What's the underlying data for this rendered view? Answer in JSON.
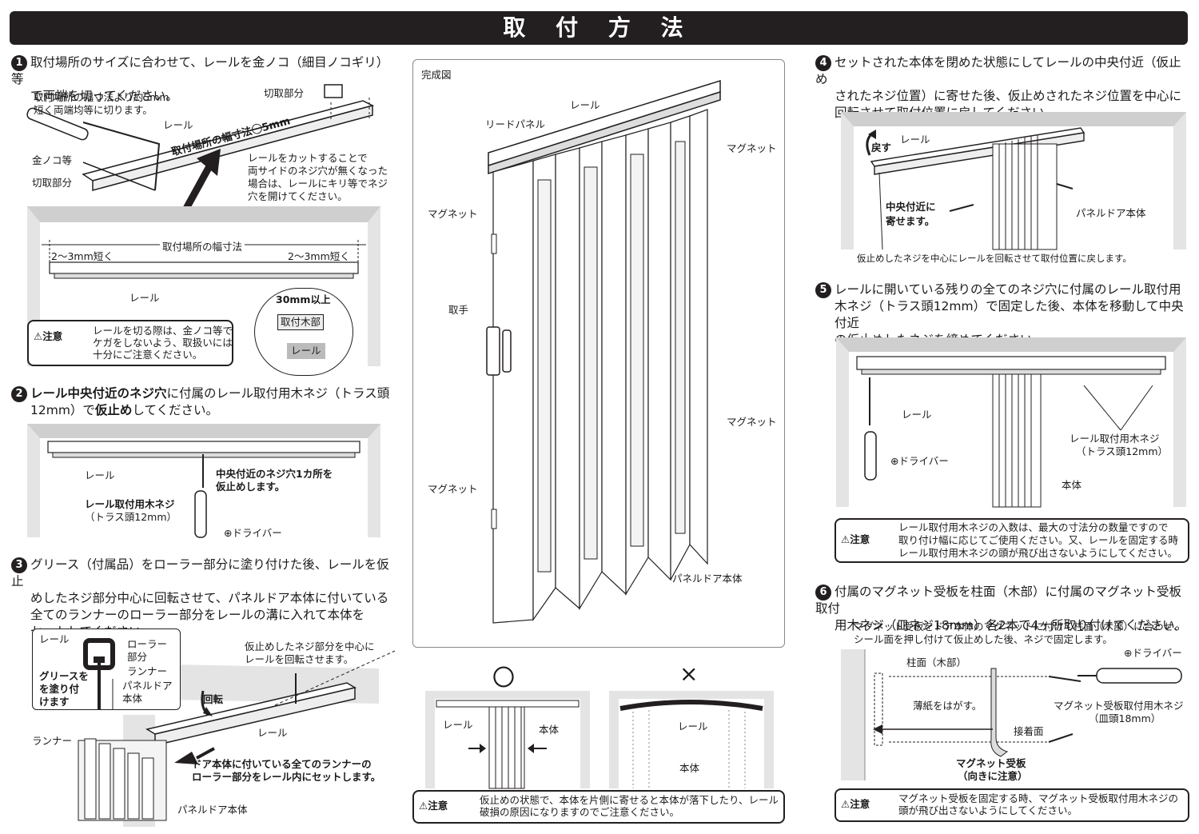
{
  "title": "取 付 方 法",
  "steps": {
    "s1": {
      "num": "1",
      "line1": "取付場所のサイズに合わせて、レールを金ノコ（細目ノコギリ）等",
      "line2": "で両端を切ってください。"
    },
    "s2": {
      "num": "2",
      "line1a": "レール中央付近のネジ穴",
      "line1b": "に付属のレール取付用木ネジ（トラス頭",
      "line2a": "12mm）で",
      "line2b": "仮止め",
      "line2c": "してください。"
    },
    "s3": {
      "num": "3",
      "line1": "グリース（付属品）をローラー部分に塗り付けた後、レールを仮止",
      "line2": "めしたネジ部分中心に回転させて、パネルドア本体に付いている",
      "line3": "全てのランナーのローラー部分をレールの溝に入れて本体を",
      "line4": "セットしてください。"
    },
    "s4": {
      "num": "4",
      "line1": "セットされた本体を閉めた状態にしてレールの中央付近（仮止め",
      "line2": "されたネジ位置）に寄せた後、仮止めされたネジ位置を中心に",
      "line3": "回転させて取付位置に戻してください。"
    },
    "s5": {
      "num": "5",
      "line1": "レールに開いている残りの全てのネジ穴に付属のレール取付用",
      "line2": "木ネジ（トラス頭12mm）で固定した後、本体を移動して中央付近",
      "line3": "の仮止めしたネジを締めてください。"
    },
    "s6": {
      "num": "6",
      "line1": "付属のマグネット受板を柱面（木部）に付属のマグネット受板取付",
      "line2": "用木ネジ（皿ネジ18mm）各2本で4ヶ所取り付けてください。",
      "sub1": "マグネット受板をドア本体のマグネットに付けて柱面（木部）に合わせ、",
      "sub2": "シール面を押し付けて仮止めした後、ネジで固定します。"
    }
  },
  "d1": {
    "cut_part_top": "切取部分",
    "note1": "取付場所の幅寸法より約5mm",
    "note2": "短く両端均等に切ります。",
    "rail": "レール",
    "saw": "金ノコ等",
    "cut_part_left": "切取部分",
    "width_minus": "取付場所の幅寸法㊀5mm",
    "hole1": "レールをカットすることで",
    "hole2": "両サイドのネジ穴が無くなった",
    "hole3": "場合は、レールにキリ等でネジ",
    "hole4": "穴を開けてください。",
    "frame_width": "取付場所の幅寸法",
    "short_left": "2～3mm短く",
    "short_right": "2～3mm短く",
    "rail2": "レール",
    "over30": "30mm以上",
    "wood": "取付木部",
    "rail3": "レール"
  },
  "caution1": {
    "title": "注意",
    "l1": "レールを切る際は、金ノコ等で",
    "l2": "ケガをしないよう、取扱いには",
    "l3": "十分にご注意ください。"
  },
  "d2": {
    "rail": "レール",
    "center1": "中央付近のネジ穴1カ所を",
    "center2": "仮止めします。",
    "screw": "レール取付用木ネジ",
    "truss": "（トラス頭12mm）",
    "driver": "⊕ドライバー"
  },
  "d3": {
    "rail": "レール",
    "roller1": "ローラー",
    "roller2": "部分",
    "runner": "ランナー",
    "grease1": "グリースを",
    "grease2": "を塗り付",
    "grease3": "けます",
    "panel1": "パネルドア",
    "panel2": "本体",
    "rotate_note1": "仮止めしたネジ部分を中心に",
    "rotate_note2": "レールを回転させます。",
    "rotate": "回転",
    "rail2": "レール",
    "runner2": "ランナー",
    "set1": "ドア本体に付いている全てのランナーの",
    "set2": "ローラー部分をレール内にセットします。",
    "panel_body": "パネルドア本体"
  },
  "complete": {
    "title": "完成図",
    "rail": "レール",
    "lead": "リードパネル",
    "magnet1": "マグネット",
    "magnet2": "マグネット",
    "handle": "取手",
    "magnet3": "マグネット",
    "magnet4": "マグネット",
    "panel_body": "パネルドア本体"
  },
  "ox": {
    "ok": "〇",
    "ng": "×",
    "rail_ok": "レール",
    "body_ok": "本体",
    "rail_ng": "レール",
    "body_ng": "本体"
  },
  "caution2": {
    "title": "注意",
    "l1": "仮止めの状態で、本体を片側に寄せると本体が落下したり、レール",
    "l2": "破損の原因になりますのでご注意ください。"
  },
  "d4": {
    "back": "戻す",
    "rail": "レール",
    "center1": "中央付近に",
    "center2": "寄せます。",
    "panel_body": "パネルドア本体",
    "note": "仮止めしたネジを中心にレールを回転させて取付位置に戻します。"
  },
  "d5": {
    "rail": "レール",
    "driver": "⊕ドライバー",
    "screw1": "レール取付用木ネジ",
    "screw2": "（トラス頭12mm）",
    "body": "本体"
  },
  "caution3": {
    "title": "注意",
    "l1": "レール取付用木ネジの入数は、最大の寸法分の数量ですので",
    "l2": "取り付け幅に応じてご使用ください。又、レールを固定する時",
    "l3": "レール取付用木ネジの頭が飛び出さないようにしてください。"
  },
  "d6": {
    "pillar": "柱面（木部）",
    "driver": "⊕ドライバー",
    "peel": "薄紙をはがす。",
    "adhesive": "接着面",
    "screw1": "マグネット受板取付用木ネジ",
    "screw2": "（皿頭18mm）",
    "plate1": "マグネット受板",
    "plate2": "（向きに注意）"
  },
  "caution4": {
    "title": "注意",
    "l1": "マグネット受板を固定する時、マグネット受板取付用木ネジの",
    "l2": "頭が飛び出さないようにしてください。"
  }
}
